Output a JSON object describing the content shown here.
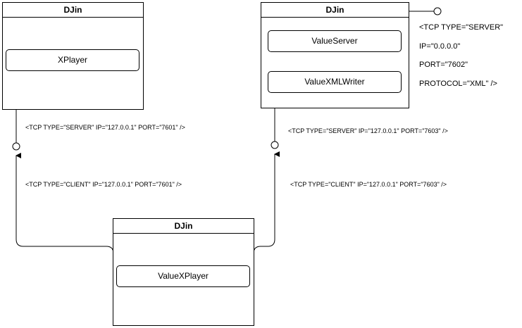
{
  "boxes": {
    "left": {
      "title": "DJin",
      "component": "XPlayer"
    },
    "right": {
      "title": "DJin",
      "components": [
        "ValueServer",
        "ValueXMLWriter"
      ]
    },
    "bottom": {
      "title": "DJin",
      "component": "ValueXPlayer"
    }
  },
  "labels": {
    "left_server": "<TCP TYPE=\"SERVER\" IP=\"127.0.0.1\" PORT=\"7601\" />",
    "left_client": "<TCP TYPE=\"CLIENT\" IP=\"127.0.0.1\" PORT=\"7601\" />",
    "right_server": "<TCP TYPE=\"SERVER\" IP=\"127.0.0.1\" PORT=\"7603\" />",
    "right_client": "<TCP TYPE=\"CLIENT\" IP=\"127.0.0.1\" PORT=\"7603\" />",
    "external": [
      "<TCP  TYPE=\"SERVER\"",
      "IP=\"0.0.0.0\"",
      " PORT=\"7602\"",
      "PROTOCOL=\"XML\" />"
    ]
  }
}
